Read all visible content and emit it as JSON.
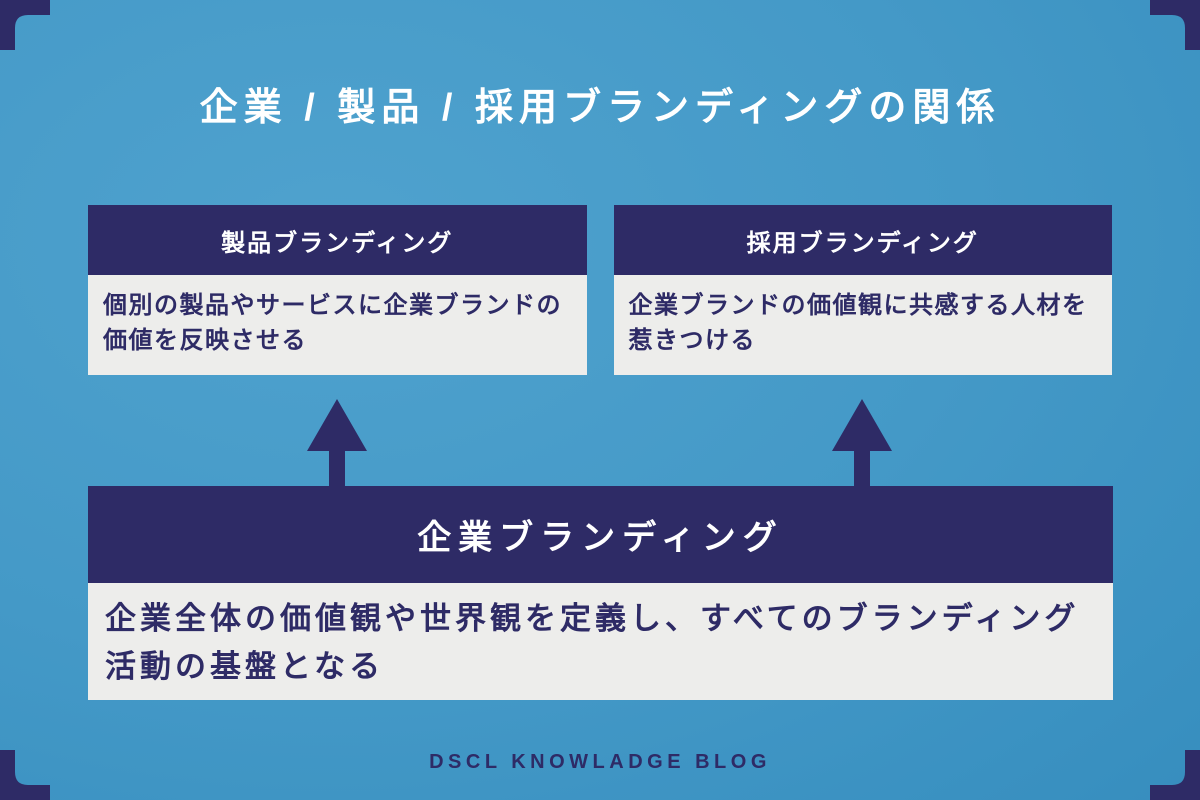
{
  "page": {
    "title": "企業 / 製品 / 採用ブランディングの関係",
    "footer": "DSCL KNOWLADGE BLOG"
  },
  "cards": {
    "product": {
      "header": "製品ブランディング",
      "body": "個別の製品やサービスに企業ブランドの価値を反映させる"
    },
    "recruit": {
      "header": "採用ブランディング",
      "body": "企業ブランドの価値観に共感する人材を惹きつける"
    },
    "corporate": {
      "header": "企業ブランディング",
      "body": "企業全体の価値観や世界観を定義し、すべてのブランディング活動の基盤となる"
    }
  },
  "icons": {
    "corner_bracket": "corner-bracket",
    "up_arrow": "up-arrow"
  },
  "colors": {
    "background_light": "#4FA2CE",
    "background_dark": "#2E84B5",
    "navy": "#2E2B66",
    "panel": "#EDEDEB",
    "title_text": "#FFFFFF"
  }
}
